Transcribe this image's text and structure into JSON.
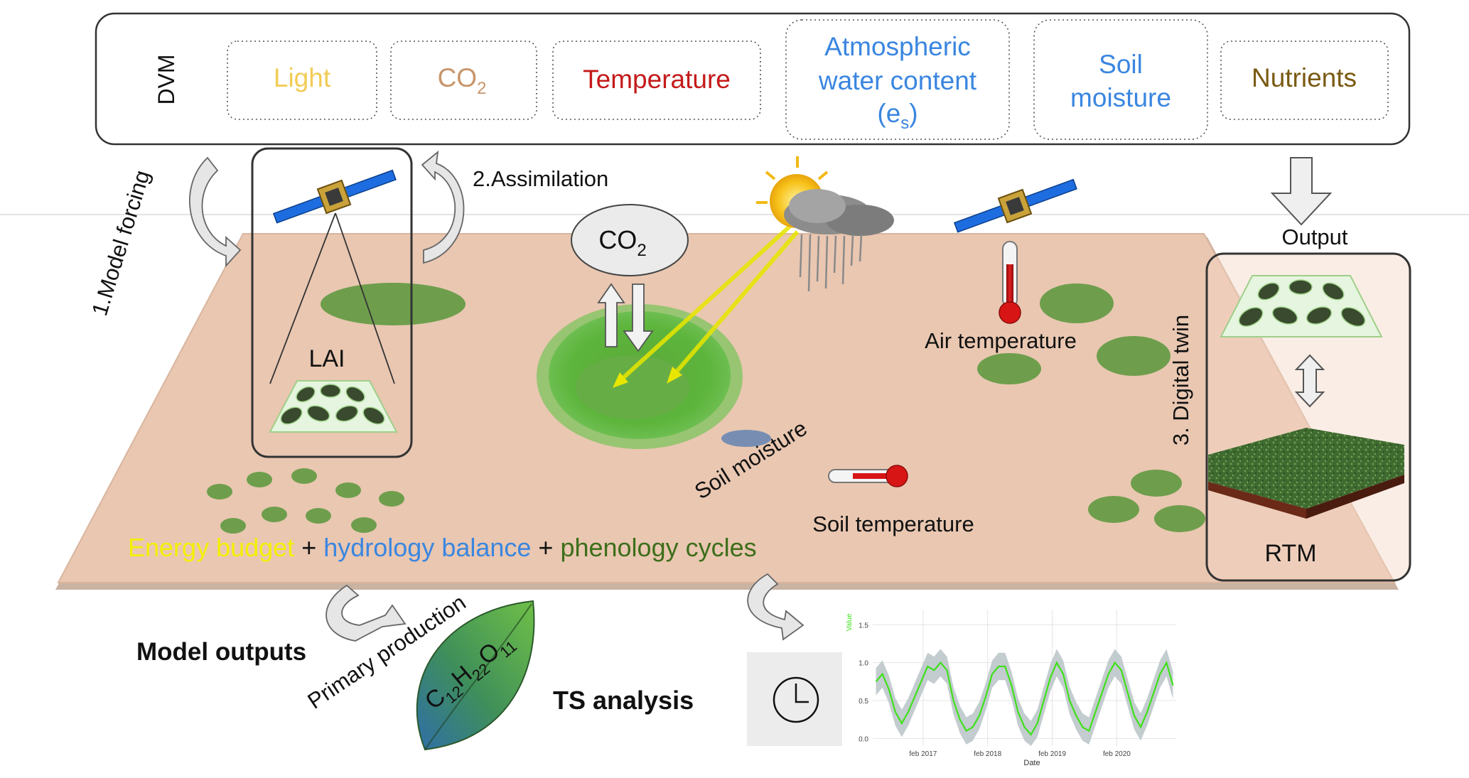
{
  "header": {
    "title": "DVM",
    "drivers": [
      {
        "label": "Light",
        "color": "#f2cc55"
      },
      {
        "label": "CO",
        "sub": "2",
        "color": "#c8956a"
      },
      {
        "label": "Temperature",
        "color": "#c41a1a"
      },
      {
        "line1": "Atmospheric",
        "line2": "water content",
        "line3": "(e",
        "sub": "s",
        "line3_end": ")",
        "color": "#3a86e0"
      },
      {
        "line1": "Soil",
        "line2": "moisture",
        "color": "#3a86e0"
      },
      {
        "label": "Nutrients",
        "color": "#7a5a12"
      }
    ]
  },
  "steps": {
    "model_forcing": "1.Model forcing",
    "assimilation": "2.Assimilation",
    "digital_twin": "3. Digital twin",
    "output": "Output"
  },
  "scene": {
    "co2_bubble": {
      "label": "CO",
      "sub": "2"
    },
    "lai": "LAI",
    "air_temperature": "Air temperature",
    "soil_moisture": "Soil moisture",
    "soil_temperature": "Soil temperature",
    "rtm": "RTM"
  },
  "budget": {
    "energy": "Energy budget",
    "plus1": " + ",
    "hydrology": "hydrology balance",
    "plus2": " + ",
    "phenology": "phenology cycles",
    "colors": {
      "energy": "#f5f000",
      "hydrology": "#3a86e0",
      "phenology": "#3d6e1a"
    }
  },
  "outputs": {
    "model_outputs": "Model outputs",
    "primary_production": "Primary production",
    "formula": {
      "c": "C",
      "c_sub": "12",
      "h": "H",
      "h_sub": "22",
      "o": "O",
      "o_sub": "11"
    },
    "ts_analysis": "TS analysis"
  },
  "chart_data": {
    "type": "line",
    "xlabel": "Date",
    "ylabel": "Value",
    "ylim": [
      -0.1,
      1.7
    ],
    "yticks": [
      "0.0",
      "0.5",
      "1.0",
      "1.5"
    ],
    "xticks": [
      {
        "label": "feb 2017",
        "x": 2017.08
      },
      {
        "label": "feb 2018",
        "x": 2018.08
      },
      {
        "label": "feb 2019",
        "x": 2019.08
      },
      {
        "label": "feb 2020",
        "x": 2020.08
      }
    ],
    "xlim": [
      2016.3,
      2021.0
    ],
    "grid": true,
    "series_color": "#3ee01a",
    "band_color": "#b9c3c7",
    "series": [
      {
        "x": [
          2016.35,
          2016.45,
          2016.55,
          2016.65,
          2016.75,
          2016.85,
          2016.95,
          2017.05,
          2017.15,
          2017.25,
          2017.35,
          2017.45,
          2017.55,
          2017.65,
          2017.75,
          2017.85,
          2017.95,
          2018.05,
          2018.15,
          2018.25,
          2018.35,
          2018.45,
          2018.55,
          2018.65,
          2018.75,
          2018.85,
          2018.95,
          2019.05,
          2019.15,
          2019.25,
          2019.35,
          2019.45,
          2019.55,
          2019.65,
          2019.75,
          2019.85,
          2019.95,
          2020.05,
          2020.15,
          2020.25,
          2020.35,
          2020.45,
          2020.55,
          2020.65,
          2020.75,
          2020.85,
          2020.95
        ],
        "y": [
          0.75,
          0.85,
          0.65,
          0.35,
          0.2,
          0.35,
          0.55,
          0.75,
          0.95,
          0.9,
          1.0,
          0.9,
          0.5,
          0.25,
          0.1,
          0.15,
          0.3,
          0.55,
          0.85,
          0.95,
          0.95,
          0.7,
          0.35,
          0.15,
          0.05,
          0.2,
          0.5,
          0.8,
          1.0,
          0.85,
          0.5,
          0.3,
          0.15,
          0.1,
          0.35,
          0.6,
          0.85,
          1.0,
          0.9,
          0.6,
          0.3,
          0.15,
          0.35,
          0.6,
          0.85,
          1.0,
          0.7
        ]
      }
    ]
  }
}
